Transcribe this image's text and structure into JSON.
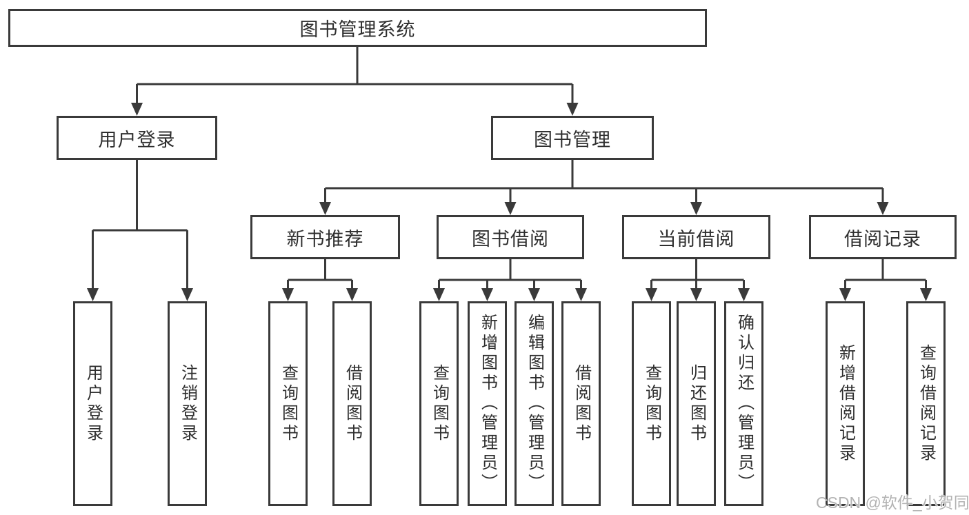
{
  "diagram_type": "hierarchy-tree",
  "tree": {
    "root": {
      "label": "图书管理系统"
    },
    "level2": [
      {
        "label": "用户登录"
      },
      {
        "label": "图书管理"
      }
    ],
    "level3": [
      {
        "label": "新书推荐",
        "parent": "图书管理"
      },
      {
        "label": "图书借阅",
        "parent": "图书管理"
      },
      {
        "label": "当前借阅",
        "parent": "图书管理"
      },
      {
        "label": "借阅记录",
        "parent": "图书管理"
      }
    ],
    "leaves": [
      {
        "label": "用户登录",
        "parent": "用户登录"
      },
      {
        "label": "注销登录",
        "parent": "用户登录"
      },
      {
        "label": "查询图书",
        "parent": "新书推荐"
      },
      {
        "label": "借阅图书",
        "parent": "新书推荐"
      },
      {
        "label": "查询图书",
        "parent": "图书借阅"
      },
      {
        "label": "新增图书（管理员）",
        "parent": "图书借阅"
      },
      {
        "label": "编辑图书（管理员）",
        "parent": "图书借阅"
      },
      {
        "label": "借阅图书",
        "parent": "图书借阅"
      },
      {
        "label": "查询图书",
        "parent": "当前借阅"
      },
      {
        "label": "归还图书",
        "parent": "当前借阅"
      },
      {
        "label": "确认归还（管理员）",
        "parent": "当前借阅"
      },
      {
        "label": "新增借阅记录",
        "parent": "借阅记录"
      },
      {
        "label": "查询借阅记录",
        "parent": "借阅记录"
      }
    ]
  },
  "watermark": {
    "text": "CSDN @软件_小贺同学"
  },
  "colors": {
    "line": "#3a3a3a",
    "text": "#2e2e2e",
    "watermark": "#b3b3b3",
    "background": "#ffffff"
  }
}
